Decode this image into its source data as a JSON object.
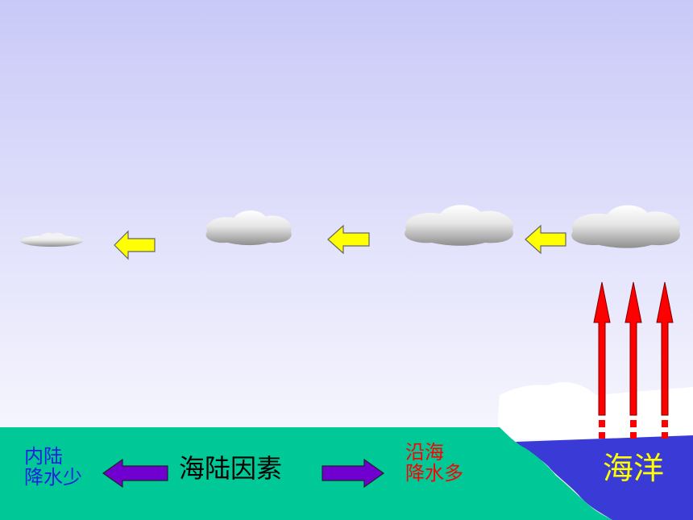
{
  "colors": {
    "sky_top": "#C9C9F8",
    "sky_bottom": "#FFFFFF",
    "land": "#00C896",
    "ocean": "#3A3AD6",
    "cloud_arrow": "#FFFF00",
    "vapor_arrow": "#FF0000",
    "double_arrow": "#7000D0",
    "inland_text": "#2020E0",
    "coastal_text": "#FF0000",
    "ocean_text": "#FFFF00"
  },
  "labels": {
    "inland_line1": "内陆",
    "inland_line2": "降水少",
    "title": "海陆因素",
    "coastal_line1": "沿海",
    "coastal_line2": "降水多",
    "ocean": "海洋"
  },
  "icons": {
    "clouds": [
      "cloud-icon",
      "cloud-icon",
      "cloud-icon",
      "cloud-icon"
    ],
    "cloud_arrows": [
      "left-arrow-icon",
      "left-arrow-icon",
      "left-arrow-icon"
    ],
    "vapor_arrows": [
      "up-arrow-icon",
      "up-arrow-icon",
      "up-arrow-icon"
    ],
    "double_arrows": [
      "left-arrow-icon",
      "right-arrow-icon"
    ]
  }
}
